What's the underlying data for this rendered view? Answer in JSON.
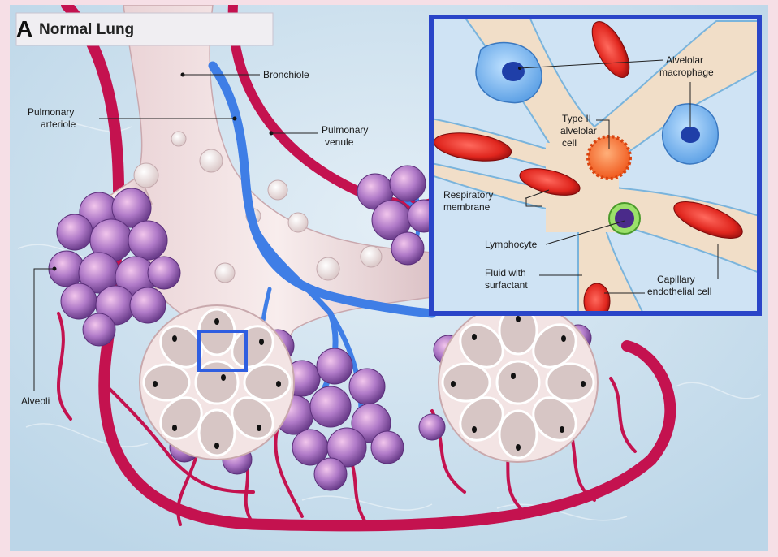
{
  "panel": {
    "letter": "A",
    "title": "Normal Lung"
  },
  "labels": {
    "bronchiole": "Bronchiole",
    "pulmonary_arteriole": [
      "Pulmonary",
      "arteriole"
    ],
    "pulmonary_venule": [
      "Pulmonary",
      "venule"
    ],
    "alveoli": "Alveoli"
  },
  "inset_labels": {
    "alveolar_macrophage": [
      "Alvelolar",
      "macrophage"
    ],
    "type_ii_cell": [
      "Type II",
      "alvelolar",
      "cell"
    ],
    "respiratory_membrane": [
      "Respiratory",
      "membrane"
    ],
    "lymphocyte": "Lymphocyte",
    "fluid_surfactant": [
      "Fluid with",
      "surfactant"
    ],
    "capillary_endothelial": [
      "Capillary",
      "endothelial  cell"
    ]
  },
  "colors": {
    "background": "#cfe3ef",
    "vessel_red": "#c4124f",
    "vessel_blue": "#3f7ee6",
    "bronchiole": "#f1dede",
    "alveoli_purple": "#a770b8",
    "inset_border": "#2a45c8",
    "highlight_box": "#2f5ee0"
  },
  "icons": {
    "zoom_indicator": "square-outline-icon"
  }
}
